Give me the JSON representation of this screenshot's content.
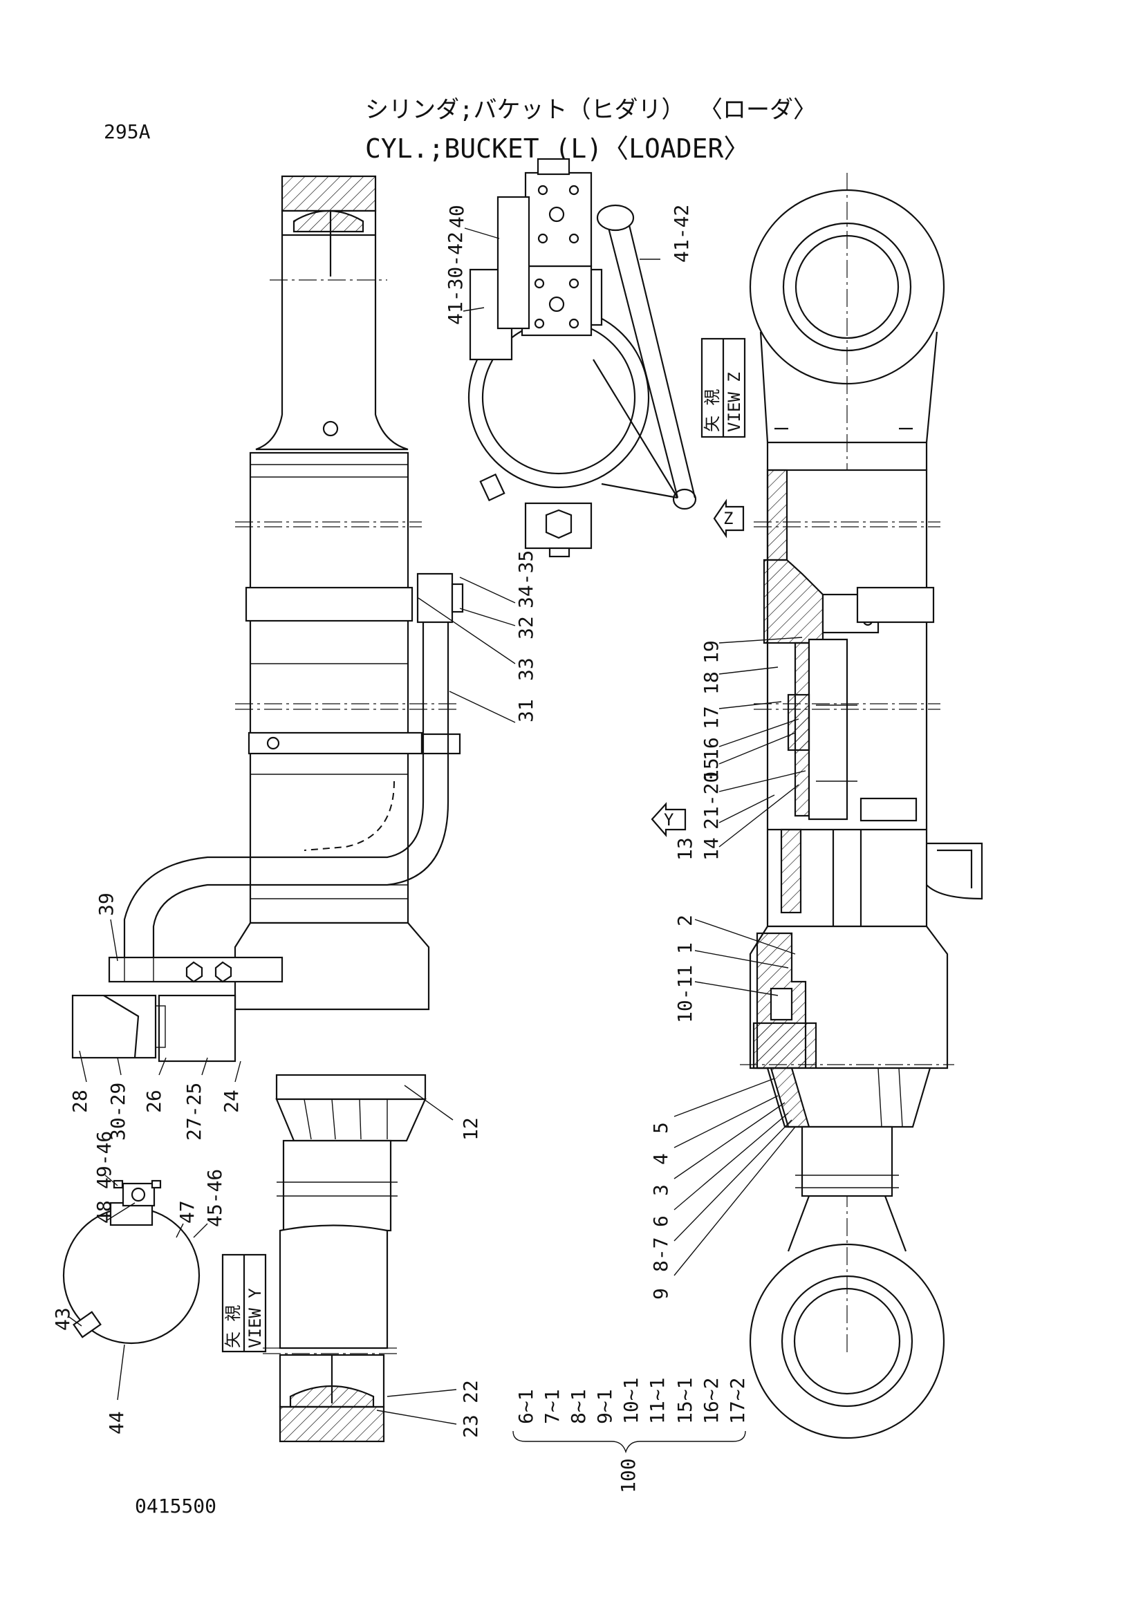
{
  "page": {
    "code": "295A",
    "drawing_number": "0415500"
  },
  "title": {
    "japanese": "シリンダ;バケット（ヒダリ） 〈ローダ〉",
    "english": "CYL.;BUCKET (L)〈LOADER〉"
  },
  "views": {
    "view_z": {
      "jp": "矢 視",
      "en": "VIEW Z",
      "arrow": "Z"
    },
    "view_y": {
      "jp": "矢 視",
      "en": "VIEW Y",
      "arrow": "Y"
    }
  },
  "callouts": {
    "c40": "40",
    "c41_30_42": "41-30-42",
    "c41_42": "41-42",
    "c34_35": "34-35",
    "c32": "32",
    "c33": "33",
    "c31": "31",
    "c39": "39",
    "c28": "28",
    "c30_29": "30-29",
    "c26": "26",
    "c27_25": "27-25",
    "c24": "24",
    "c12": "12",
    "c49_46": "49-46",
    "c48": "48",
    "c47": "47",
    "c45_46": "45-46",
    "c43": "43",
    "c44": "44",
    "c22": "22",
    "c23": "23",
    "c19": "19",
    "c18": "18",
    "c17": "17",
    "c16": "16",
    "c15": "15",
    "c21_20": "21-20",
    "c14": "14",
    "c13": "13",
    "c2": "2",
    "c1": "1",
    "c10_11": "10-11",
    "c5": "5",
    "c4": "4",
    "c3": "3",
    "c6": "6",
    "c8_7": "8-7",
    "c9": "9"
  },
  "kit": {
    "items": [
      "6~1",
      "7~1",
      "8~1",
      "9~1",
      "10~1",
      "11~1",
      "15~1",
      "16~2",
      "17~2"
    ],
    "kit_number": "100"
  }
}
